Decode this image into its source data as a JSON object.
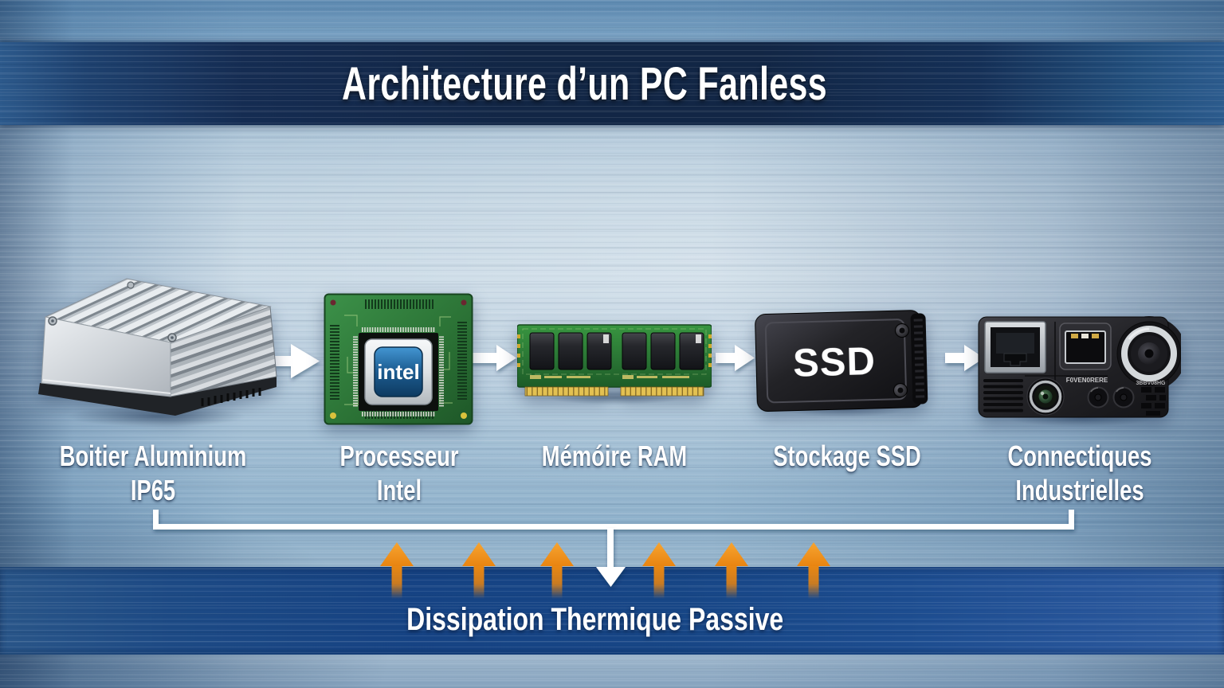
{
  "title": "Architecture d’un PC Fanless",
  "components": {
    "case": {
      "label1": "Boitier Aluminium",
      "label2": "IP65"
    },
    "cpu": {
      "label1": "Processeur",
      "label2": "Intel",
      "chip_text": "intel"
    },
    "ram": {
      "label1": "Mémóire RAM"
    },
    "ssd": {
      "label1": "Stockage SSD",
      "drive_text": "SSD"
    },
    "io": {
      "label1": "Connectiques",
      "label2": "Industrielles",
      "marking_left": "F0VEN0RERE",
      "marking_right": "3BBV08HG"
    }
  },
  "footer": {
    "label": "Dissipation Thermique Passive"
  },
  "flow": {
    "component_arrows": 4,
    "heat_arrows_up": 6
  },
  "colors": {
    "banner_navy": "#122645",
    "heat_band_blue": "#174686",
    "arrow_orange": "#f0921d",
    "connector_white": "#ffffff",
    "pcb_green": "#2f8039",
    "die_blue": "#2a6da8",
    "background_steel": "#c0d3e1"
  }
}
